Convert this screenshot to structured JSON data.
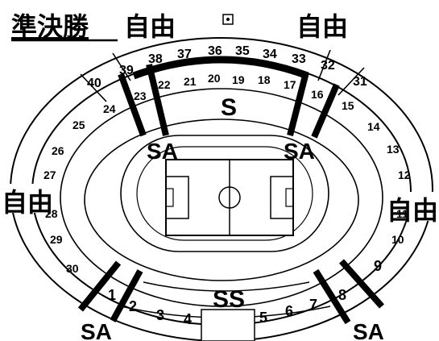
{
  "title": "準決勝",
  "free_seat_label": "自由",
  "stand_labels": {
    "s": "S",
    "ss": "SS",
    "sa": "SA"
  },
  "inner_sections": [
    "1",
    "2",
    "3",
    "4",
    "5",
    "6",
    "7",
    "8",
    "9",
    "10",
    "11",
    "12",
    "13",
    "14",
    "15",
    "16",
    "17",
    "18",
    "19",
    "20",
    "21",
    "22",
    "23",
    "24",
    "25",
    "26",
    "27",
    "28",
    "29",
    "30"
  ],
  "upper_sections": [
    "31",
    "32",
    "33",
    "34",
    "35",
    "36",
    "37",
    "38",
    "39",
    "40"
  ],
  "colors": {
    "line": "#000000",
    "background": "#ffffff"
  }
}
